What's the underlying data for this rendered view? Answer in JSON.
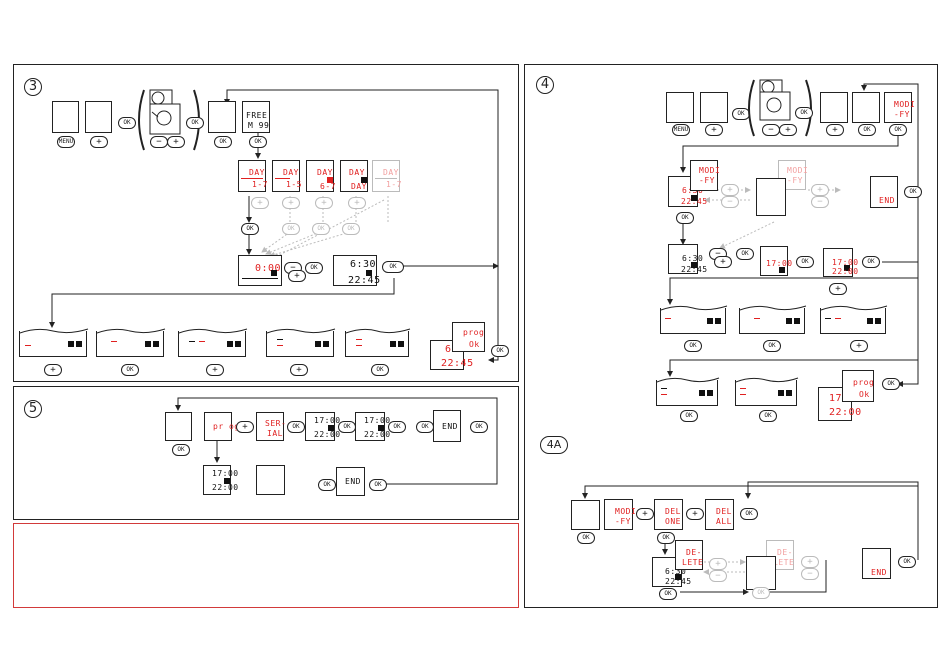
{
  "panels": {
    "p3": {
      "label": "3"
    },
    "p5": {
      "label": "5"
    },
    "p4": {
      "label": "4"
    },
    "p4a": {
      "label": "4A"
    }
  },
  "buttons": {
    "ok": "OK",
    "menu": "MENU",
    "plus": "+",
    "minus": "−"
  },
  "p3": {
    "free": [
      "FREE",
      "M 99"
    ],
    "day_screens": [
      {
        "l1": "DAY",
        "l2": "1-7",
        "faded": false
      },
      {
        "l1": "DAY",
        "l2": "1-5",
        "faded": false
      },
      {
        "l1": "DAY",
        "l2": "6-7",
        "faded": false
      },
      {
        "l1": "DAY",
        "l2": "DAY",
        "faded": false
      },
      {
        "l1": "DAY",
        "l2": "1-7",
        "faded": true
      }
    ],
    "time_default": "0:00",
    "time_set": [
      "6:30",
      "22:45"
    ],
    "prog_ok": [
      "prog",
      "Ok"
    ],
    "prog_ok_times": [
      "6:30",
      "22:45"
    ]
  },
  "p5": {
    "prog": "pr og",
    "serial": [
      "SER-",
      "IAL"
    ],
    "times_a": [
      "17:00",
      "22:00"
    ],
    "times_b": [
      "17:00",
      "22:00"
    ],
    "times_c": [
      "17:00",
      "22:00"
    ],
    "end_a": "END",
    "end_b": "END"
  },
  "p4": {
    "modify": [
      "MODI",
      "-FY"
    ],
    "modify_faded": [
      "MODI",
      "-FY"
    ],
    "times_a": [
      "6:30",
      "22:45"
    ],
    "times_b": [
      "6:30",
      "22:45"
    ],
    "end": "END",
    "t_1700": "17:00",
    "t_2200": "22:00",
    "prog_ok": [
      "prog",
      "Ok"
    ],
    "prog_ok_times": [
      "17:00",
      "22:00"
    ]
  },
  "p4a": {
    "modify": [
      "MODI",
      "-FY"
    ],
    "del_one": [
      "DEL",
      "ONE"
    ],
    "del_all": [
      "DEL",
      "ALL"
    ],
    "delete": [
      "DE-",
      "LETE"
    ],
    "delete_faded": [
      "DE-",
      "LETE"
    ],
    "times": [
      "6:30",
      "22:45"
    ],
    "end": "END"
  }
}
